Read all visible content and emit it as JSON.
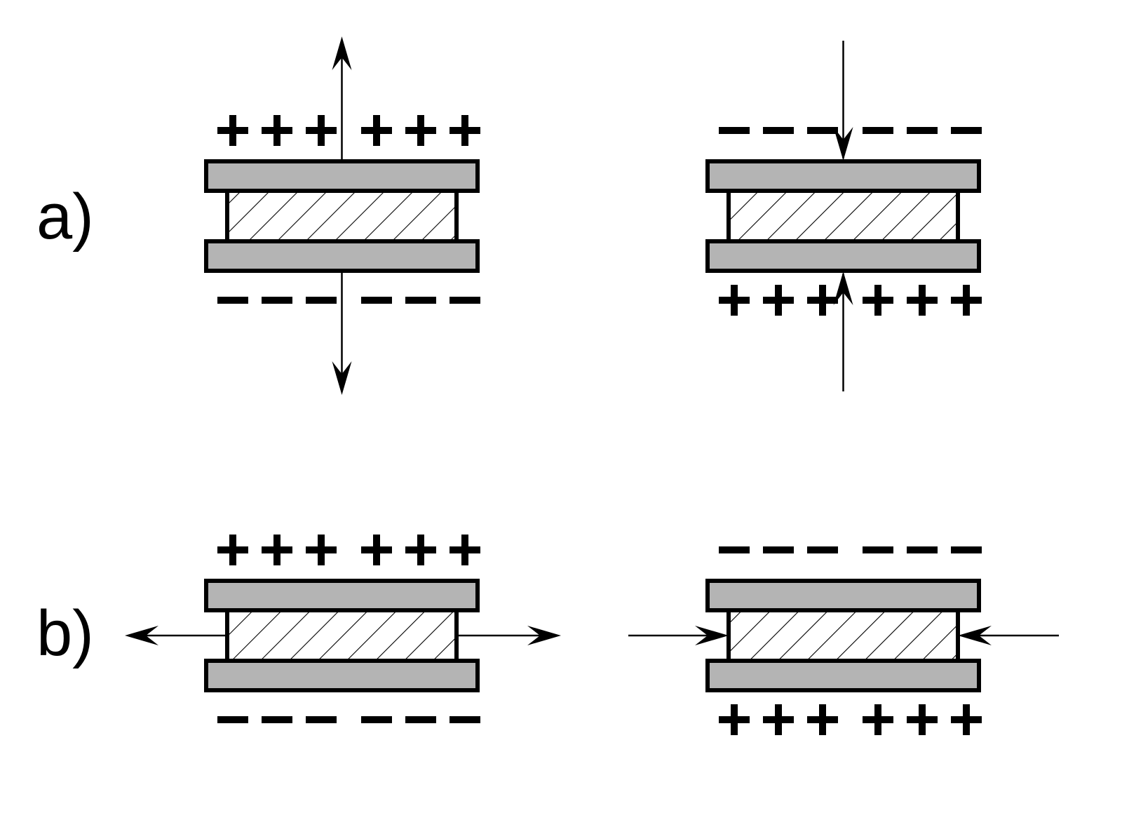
{
  "figure": {
    "colors": {
      "electrode_fill": "#b4b4b4",
      "stroke": "#000000",
      "background": "#ffffff"
    },
    "rows": [
      {
        "label": "a)",
        "mode": "thickness",
        "panels": [
          {
            "top_charge": "positive",
            "bottom_charge": "negative",
            "arrows": "outward-vertical",
            "charge_count": 6
          },
          {
            "top_charge": "negative",
            "bottom_charge": "positive",
            "arrows": "inward-vertical",
            "charge_count": 6
          }
        ]
      },
      {
        "label": "b)",
        "mode": "lateral",
        "panels": [
          {
            "top_charge": "positive",
            "bottom_charge": "negative",
            "arrows": "outward-horizontal",
            "charge_count": 6
          },
          {
            "top_charge": "negative",
            "bottom_charge": "positive",
            "arrows": "inward-horizontal",
            "charge_count": 6
          }
        ]
      }
    ]
  }
}
